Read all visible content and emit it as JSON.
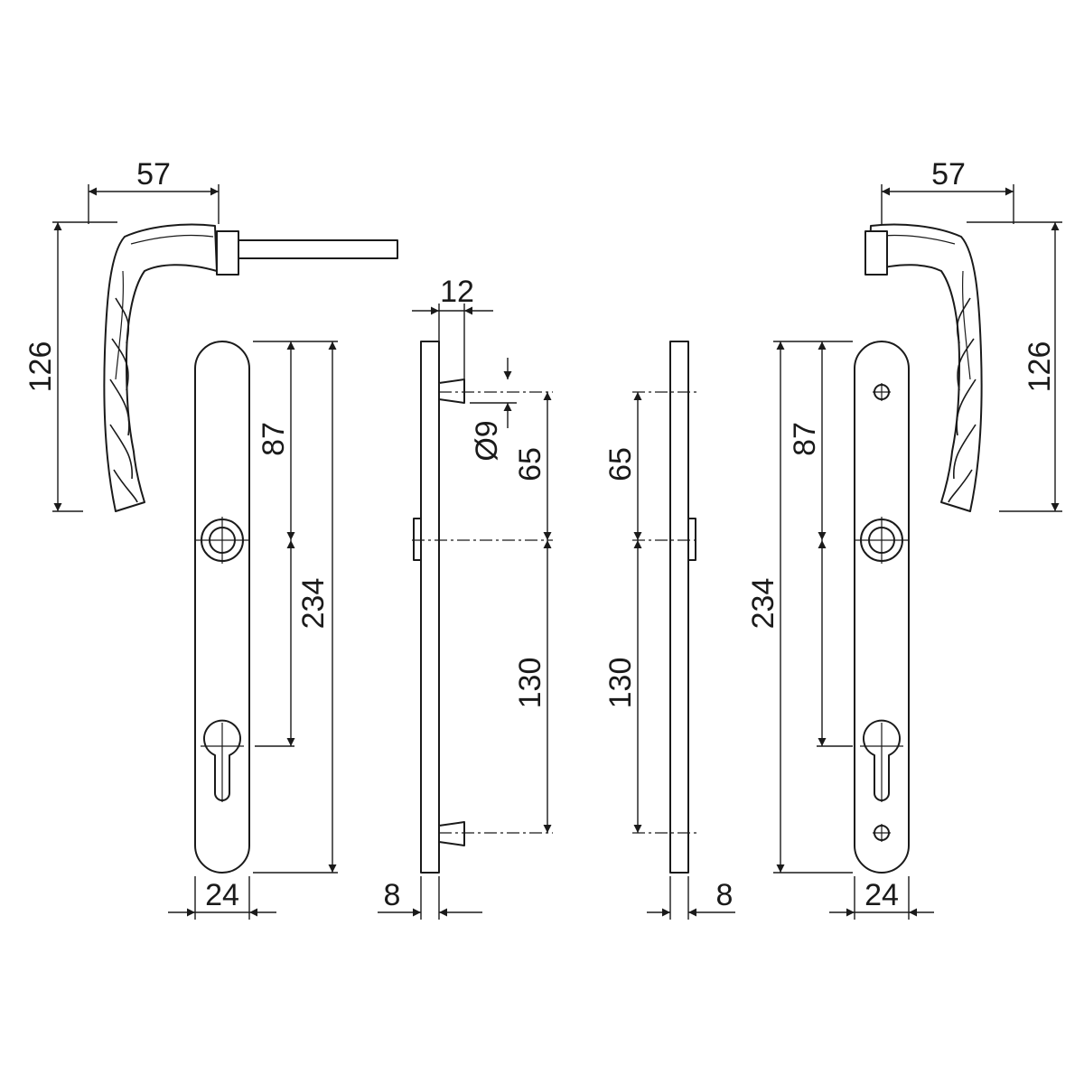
{
  "colors": {
    "line": "#1a1a1a",
    "background": "#ffffff"
  },
  "dimensions": {
    "lever_reach_left": "57",
    "lever_height_left": "126",
    "lever_reach_right": "57",
    "lever_height_right": "126",
    "spindle_offset": "12",
    "fixing_diameter": "Ø9",
    "plate_top_to_spindle_left": "87",
    "plate_length_left": "234",
    "plate_width_left": "24",
    "side_top_to_spindle_a": "65",
    "side_spindle_to_fixing_a": "130",
    "side_thickness_a": "8",
    "side_top_to_spindle_b": "65",
    "side_spindle_to_fixing_b": "130",
    "side_thickness_b": "8",
    "plate_top_to_spindle_right": "87",
    "plate_length_right": "234",
    "plate_width_right": "24"
  }
}
